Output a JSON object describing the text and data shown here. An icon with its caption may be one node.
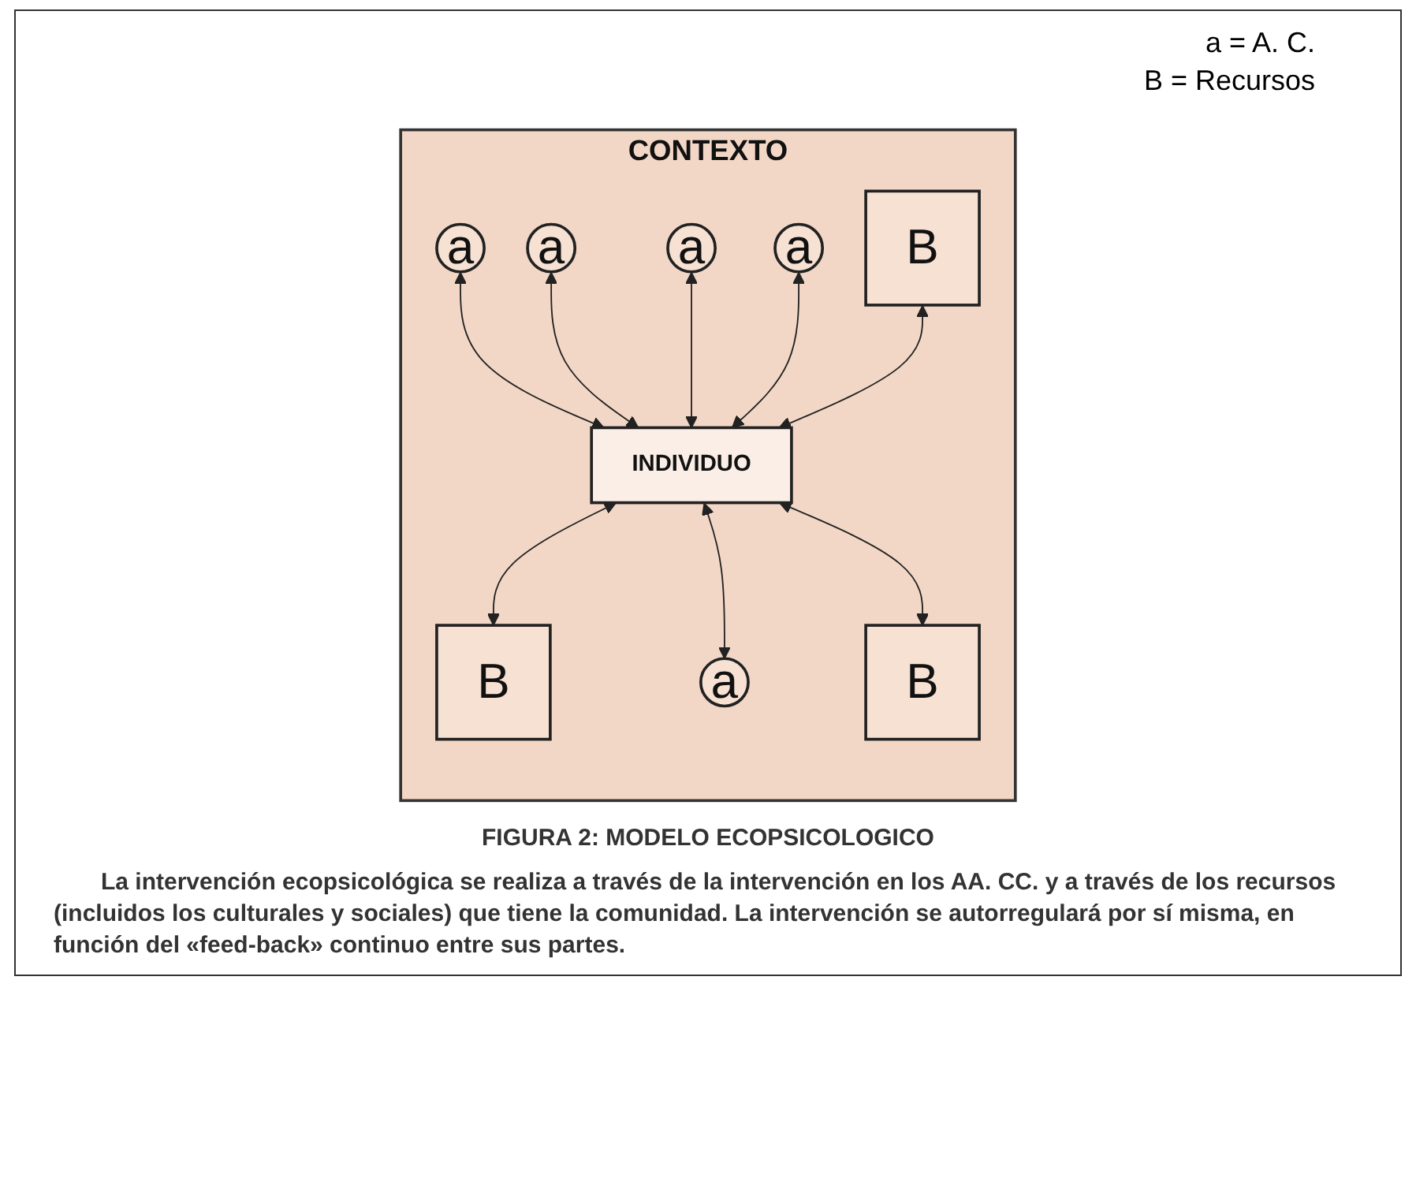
{
  "diagram": {
    "caption": "FIGURA 2: MODELO ECOPSICOLOGICO",
    "nodes": [
      {
        "text": [
          "CONTEXTO"
        ]
      },
      {
        "text": [
          "a"
        ],
        "in": 0
      },
      {
        "text": [
          "a"
        ],
        "in": 0
      },
      {
        "text": [
          "a"
        ],
        "in": 0
      },
      {
        "text": [
          "a"
        ],
        "in": 0
      },
      {
        "text": [
          "B"
        ],
        "in": 0
      },
      {
        "text": [
          "INDIVIDUO"
        ],
        "in": 0
      },
      {
        "text": [
          "B"
        ],
        "in": 0
      },
      {
        "text": [
          "a"
        ],
        "in": 0
      },
      {
        "text": [
          "B"
        ],
        "in": 0
      }
    ],
    "edges": [
      {
        "from": 1,
        "to": 6,
        "arrow": "both"
      },
      {
        "from": 2,
        "to": 6,
        "arrow": "both"
      },
      {
        "from": 3,
        "to": 6,
        "arrow": "both"
      },
      {
        "from": 4,
        "to": 6,
        "arrow": "both"
      },
      {
        "from": 5,
        "to": 6,
        "arrow": "both"
      },
      {
        "from": 6,
        "to": 7,
        "arrow": "both"
      },
      {
        "from": 6,
        "to": 8,
        "arrow": "both"
      },
      {
        "from": 6,
        "to": 9,
        "arrow": "both"
      }
    ],
    "labels": [
      "a = A. C.",
      "B = Recursos",
      "La intervención ecopsicológica se realiza a través de la intervención en los AA. CC. y a través de los recursos (incluidos los culturales y sociales) que tiene la comunidad. La intervención se autorregulará por sí misma, en función del «feed-back» continuo entre sus partes."
    ]
  }
}
